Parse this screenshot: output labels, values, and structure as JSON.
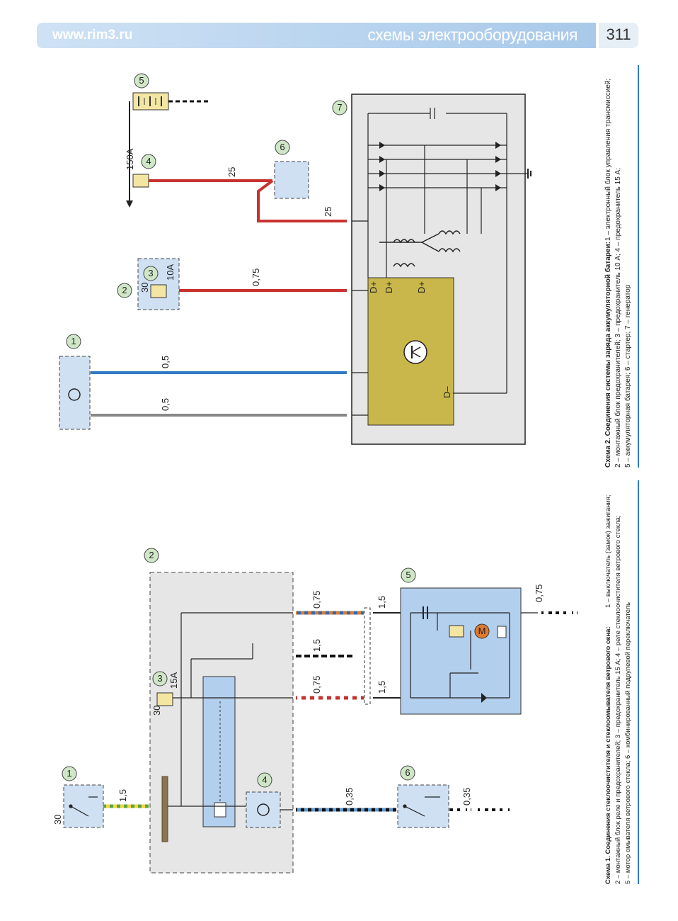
{
  "header": {
    "site": "www.rim3.ru",
    "section": "схемы электрооборудования",
    "page_number": "311"
  },
  "scheme1": {
    "caption_title": "Схема 1. Соединения стеклоочистителя и стеклоомывателя ветрового окна:",
    "caption_l1": "1 – выключатель (замок) зажигания;",
    "caption_l2": "2 – монтажный блок реле и предохранителей; 3 – предохранитель 15 А; 4 – реле стеклоочистителя ветрового стекла;",
    "caption_l3": "5 – мотор омывателя ветрового стекла; 6 – комбинированный подрулевой переключатель",
    "callouts": [
      "1",
      "2",
      "3",
      "4",
      "5",
      "6"
    ],
    "wire_labels": [
      "1,5",
      "0,35",
      "0,75",
      "1,5",
      "0,75",
      "1,5",
      "0,35",
      "0,75",
      "1,5"
    ],
    "pin_labels": [
      "30",
      "15A",
      "30",
      "M"
    ]
  },
  "scheme2": {
    "caption_title": "Схема 2. Соединения системы заряда аккумуляторной батареи:",
    "caption_l1": "1 – электронный блок управления трансмиссией;",
    "caption_l2": "2 – монтажный блок предохранителей; 3 – предохранитель 10 А; 4 – предохранитель 15 А;",
    "caption_l3": "5 – аккумуляторная батарея; 6 – стартер; 7 – генератор",
    "callouts": [
      "1",
      "2",
      "3",
      "4",
      "5",
      "6",
      "7"
    ],
    "wire_labels": [
      "0,5",
      "0,5",
      "0,75",
      "25",
      "25"
    ],
    "pin_labels": [
      "D+",
      "D+",
      "D+",
      "D–",
      "150A",
      "10A",
      "30"
    ]
  }
}
